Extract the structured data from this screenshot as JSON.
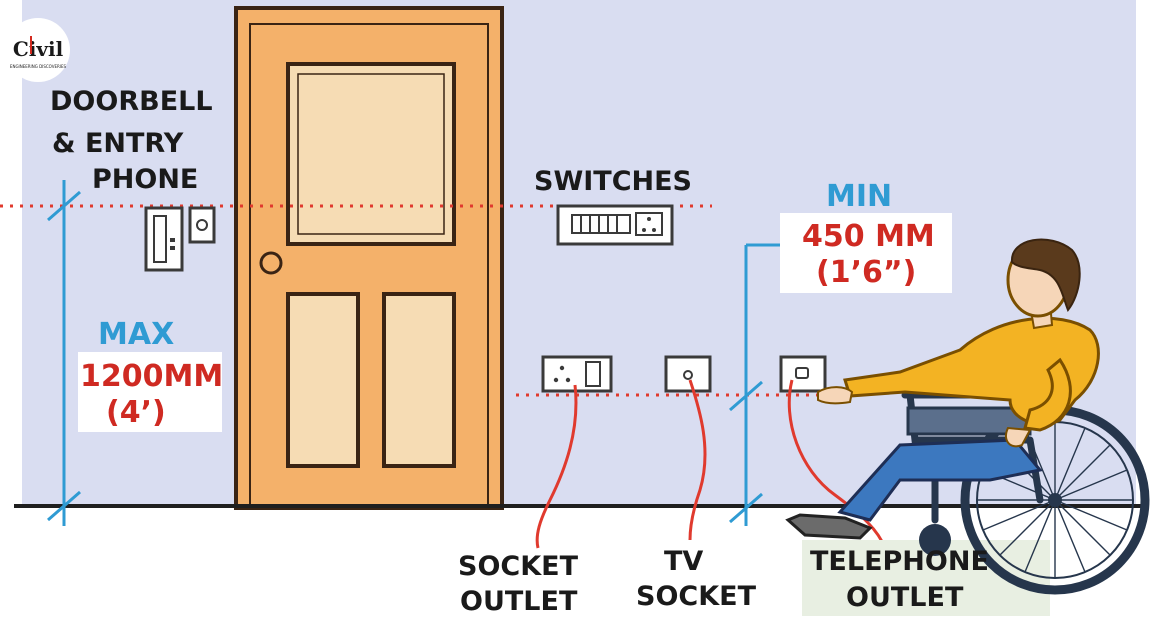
{
  "logo": {
    "text": "Civil",
    "subtext": "ENGINEERING DISCOVERIES"
  },
  "labels": {
    "doorbell": [
      "DOORBELL",
      "& ENTRY",
      "PHONE"
    ],
    "switches": "SWITCHES",
    "max_title": "MAX",
    "max_value": "1200MM",
    "max_alt": "(4’)",
    "min_title": "MIN",
    "min_value": "450 MM",
    "min_alt": "(1’6”)",
    "socket_outlet": [
      "SOCKET",
      "OUTLET"
    ],
    "tv_socket": [
      "TV",
      "SOCKET"
    ],
    "telephone_outlet": [
      "TELEPHONE",
      "OUTLET"
    ]
  },
  "colors": {
    "wall": "#d9ddf1",
    "door": "#f4b16a",
    "door_panel": "#f6dcb4",
    "blue_dim": "#2f9bd3",
    "red_line": "#e03a2e",
    "red_text": "#cf2a22",
    "shirt": "#f3b323",
    "jeans": "#3c78bf",
    "chair": "#26364c"
  }
}
